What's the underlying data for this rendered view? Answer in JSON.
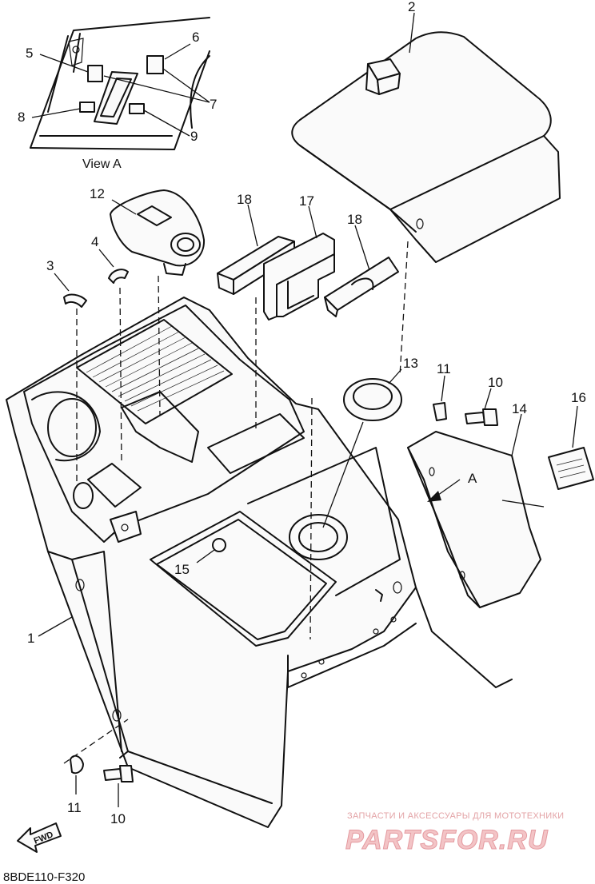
{
  "callouts": {
    "c1": "1",
    "c2": "2",
    "c3": "3",
    "c4": "4",
    "c5": "5",
    "c6": "6",
    "c7": "7",
    "c8": "8",
    "c9": "9",
    "c10a": "10",
    "c10b": "10",
    "c11a": "11",
    "c11b": "11",
    "c12": "12",
    "c13": "13",
    "c14": "14",
    "c15": "15",
    "c16": "16",
    "c17": "17",
    "c18a": "18",
    "c18b": "18"
  },
  "view_a_caption": "View A",
  "arrow_a_label": "A",
  "fwd_label": "FWD",
  "diagram_code": "8BDE110-F320",
  "watermark": {
    "tagline": "ЗАПЧАСТИ И АКСЕССУАРЫ ДЛЯ МОТОТЕХНИКИ",
    "logo": "PARTSFOR.RU"
  },
  "colors": {
    "line": "#111111",
    "watermark": "#e49aa0"
  }
}
